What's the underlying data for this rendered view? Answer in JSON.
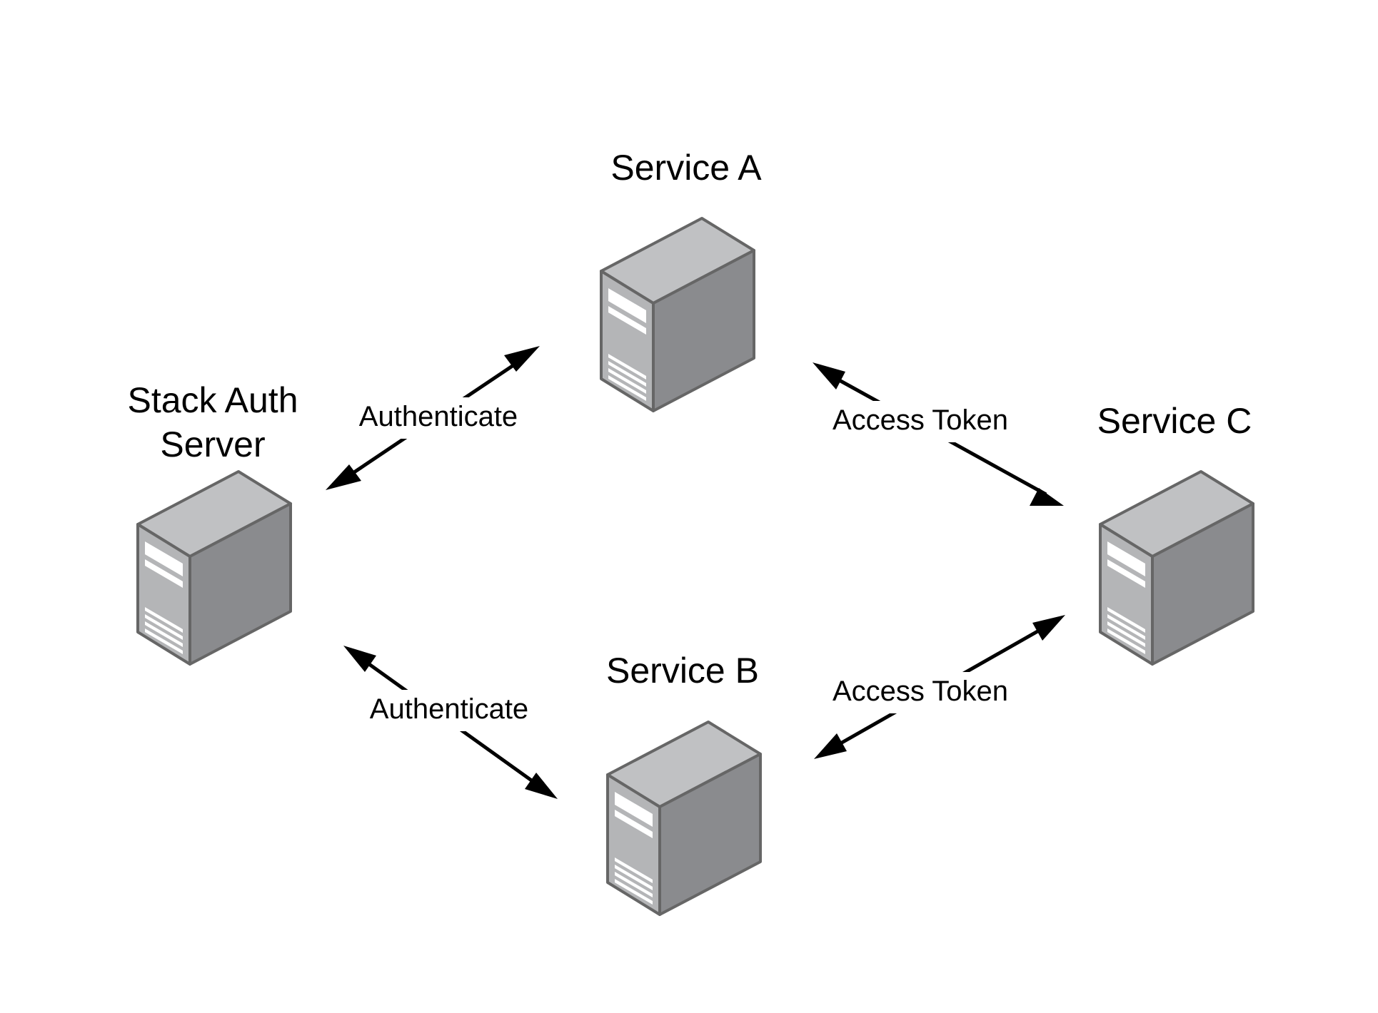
{
  "nodes": [
    {
      "id": "auth",
      "label_lines": [
        "Stack Auth",
        "Server"
      ],
      "icon": "server-icon"
    },
    {
      "id": "a",
      "label_lines": [
        "Service A"
      ],
      "icon": "server-icon"
    },
    {
      "id": "b",
      "label_lines": [
        "Service B"
      ],
      "icon": "server-icon"
    },
    {
      "id": "c",
      "label_lines": [
        "Service C"
      ],
      "icon": "server-icon"
    }
  ],
  "edges": [
    {
      "from": "auth",
      "to": "a",
      "label": "Authenticate",
      "direction": "bidirectional"
    },
    {
      "from": "auth",
      "to": "b",
      "label": "Authenticate",
      "direction": "bidirectional"
    },
    {
      "from": "a",
      "to": "c",
      "label": "Access Token",
      "direction": "bidirectional"
    },
    {
      "from": "b",
      "to": "c",
      "label": "Access Token",
      "direction": "bidirectional"
    }
  ],
  "colors": {
    "server_top": "#c0c1c3",
    "server_front": "#b4b5b7",
    "server_side": "#8a8b8e",
    "server_outline": "#666666",
    "server_slot": "#ffffff",
    "arrow": "#000000",
    "background": "#ffffff"
  }
}
